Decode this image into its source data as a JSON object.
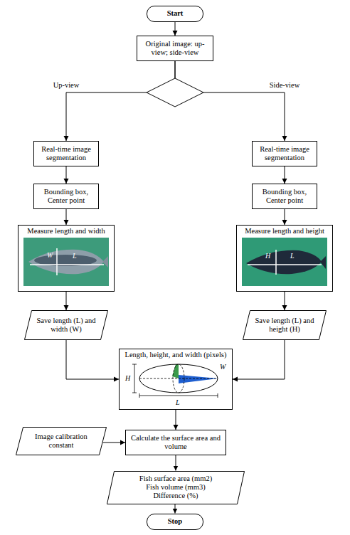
{
  "diagram": {
    "nodes": [
      {
        "text": [
          "Start"
        ]
      },
      {
        "text": [
          "Original image: up-view; side-view"
        ]
      },
      {
        "text": [
          "Real-time image segmentation"
        ]
      },
      {
        "text": [
          "Bounding box, Center point"
        ]
      },
      {
        "text": [
          "Measure length and width"
        ]
      },
      {
        "text": [
          "Save length (L) and width (W)"
        ]
      },
      {
        "text": [
          "Real-time image segmentation"
        ]
      },
      {
        "text": [
          "Bounding box, Center point"
        ]
      },
      {
        "text": [
          "Measure length and height"
        ]
      },
      {
        "text": [
          "Save length (L) and height (H)"
        ]
      },
      {
        "text": [
          "Length, height, and width (pixels)"
        ]
      },
      {
        "text": [
          "Image calibration constant"
        ]
      },
      {
        "text": [
          "Calculate the surface area and volume"
        ]
      },
      {
        "text": [
          "Fish surface area (mm2)",
          "Fish volume (mm3)",
          "Difference (%)"
        ]
      },
      {
        "text": [
          "Stop"
        ]
      }
    ],
    "edges": [
      {
        "from": 0,
        "to": 1,
        "arrow": "to"
      },
      {
        "from": 1,
        "to": 2,
        "label": "Up-view",
        "arrow": "to"
      },
      {
        "from": 1,
        "to": 6,
        "label": "Side-view",
        "arrow": "to"
      },
      {
        "from": 2,
        "to": 3,
        "arrow": "to"
      },
      {
        "from": 3,
        "to": 4,
        "arrow": "to"
      },
      {
        "from": 4,
        "to": 5,
        "arrow": "to"
      },
      {
        "from": 6,
        "to": 7,
        "arrow": "to"
      },
      {
        "from": 7,
        "to": 8,
        "arrow": "to"
      },
      {
        "from": 8,
        "to": 9,
        "arrow": "to"
      },
      {
        "from": 5,
        "to": 10,
        "arrow": "to"
      },
      {
        "from": 9,
        "to": 10,
        "arrow": "to"
      },
      {
        "from": 10,
        "to": 12,
        "arrow": "to"
      },
      {
        "from": 11,
        "to": 12,
        "arrow": "to"
      },
      {
        "from": 12,
        "to": 13,
        "arrow": "to"
      },
      {
        "from": 13,
        "to": 14,
        "arrow": "to"
      }
    ],
    "labels": [
      "W",
      "L",
      "H",
      "L",
      "H",
      "L",
      "W"
    ]
  }
}
